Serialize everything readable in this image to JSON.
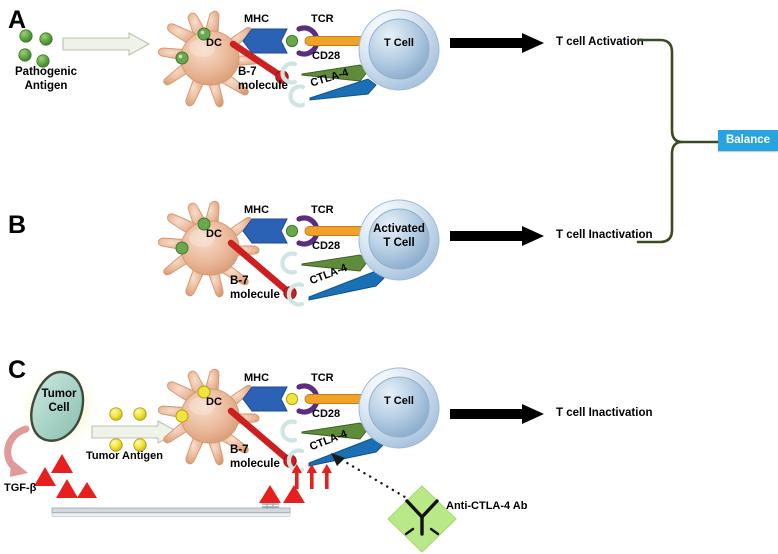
{
  "figure": {
    "title": "CTLA-4 immune checkpoint regulation of T cell activation",
    "colors": {
      "antigen_green": "#5a9e3d",
      "antigen_yellow": "#f2e43a",
      "dc_body": "#e9b89a",
      "tcell_fill": "#b9cfe4",
      "mhc_blue": "#2c62b5",
      "tcr_orange": "#f0a229",
      "cd28_green": "#5f8c3a",
      "ctla4_blue": "#1b6fb5",
      "b7_red": "#cc1f1f",
      "mhc_clasp_purple": "#5b2d7e",
      "bracket_green": "#3c4a22",
      "balance_blue": "#29a3e0",
      "tumor_cell": "#a8d3c8",
      "tgfb_red": "#e81f1f",
      "antibody_green": "#b8e986",
      "arrow_black": "#000000"
    }
  },
  "panels": [
    {
      "id": "A",
      "label": "A",
      "antigen_label": "Pathogenic\nAntigen",
      "antigen_label_line1": "Pathogenic",
      "antigen_label_line2": "Antigen",
      "antigen_dot_count": 4,
      "antigen_dot_color": "#5a9e3d",
      "dc_label": "DC",
      "mhc_label": "MHC",
      "tcr_label": "TCR",
      "cd28_label": "CD28",
      "ctla4_label": "CTLA-4",
      "b7_label_line1": "B-7",
      "b7_label_line2": "molecule",
      "tcell_label": "T Cell",
      "tcell_label_line1": "T Cell",
      "tcell_label_line2": "",
      "outcome": "T cell Activation"
    },
    {
      "id": "B",
      "label": "B",
      "dc_label": "DC",
      "mhc_label": "MHC",
      "tcr_label": "TCR",
      "cd28_label": "CD28",
      "ctla4_label": "CTLA-4",
      "b7_label_line1": "B-7",
      "b7_label_line2": "molecule",
      "tcell_label_line1": "Activated",
      "tcell_label_line2": "T Cell",
      "outcome": "T cell Inactivation"
    },
    {
      "id": "C",
      "label": "C",
      "tumor_cell_line1": "Tumor",
      "tumor_cell_line2": "Cell",
      "tgfb_label": "TGF-β",
      "tgfb_triangle_count": 5,
      "tumor_antigen_label": "Tumor Antigen",
      "antigen_dot_count": 4,
      "antigen_dot_color": "#f2e43a",
      "dc_label": "DC",
      "mhc_label": "MHC",
      "tcr_label": "TCR",
      "cd28_label": "CD28",
      "ctla4_label": "CTLA-4",
      "b7_label_line1": "B-7",
      "b7_label_line2": "molecule",
      "tcell_label_line1": "T Cell",
      "tcell_label_line2": "",
      "upregulation_arrow_count": 3,
      "antibody_label": "Anti-CTLA-4 Ab",
      "outcome": "T cell Inactivation"
    }
  ],
  "balance": {
    "label": "Balance",
    "bracket_top_source": "T cell Activation",
    "bracket_bottom_source": "T cell Inactivation"
  }
}
